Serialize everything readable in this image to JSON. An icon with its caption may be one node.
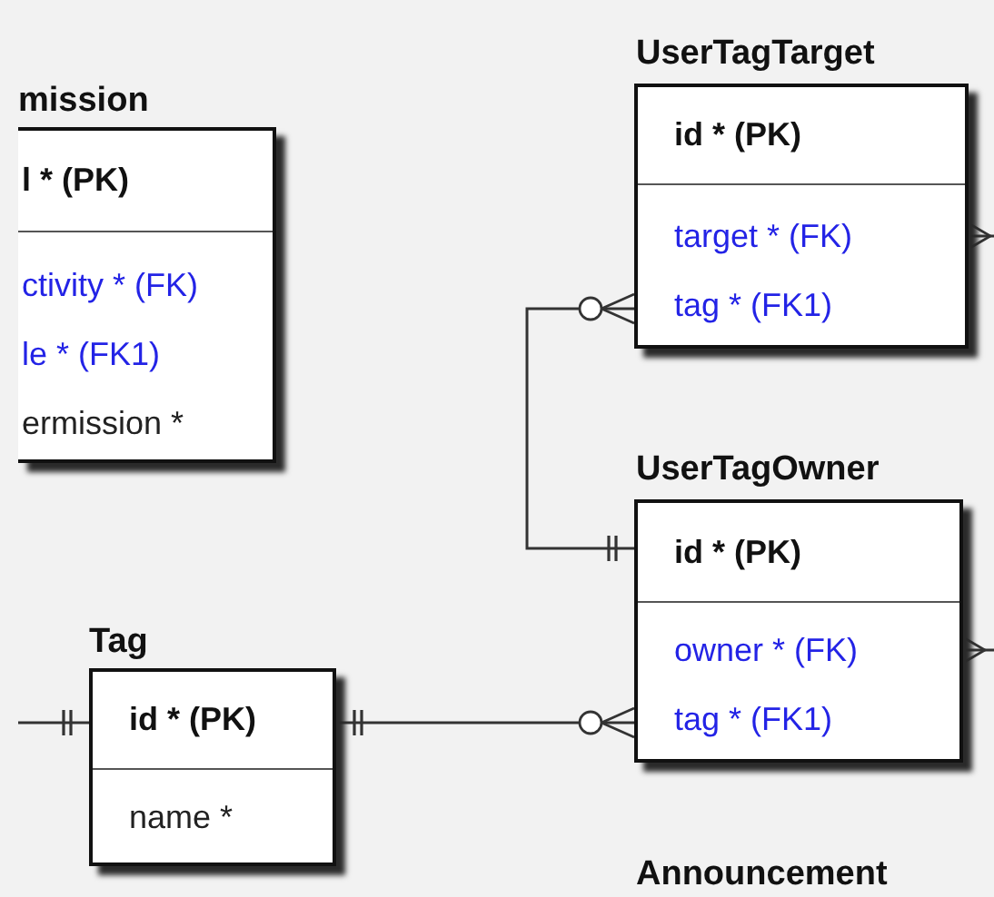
{
  "diagram": {
    "nodes": [
      {
        "text": [
          "mission",
          "l * (PK)",
          "ctivity * (FK)",
          "le * (FK1)",
          "ermission *"
        ]
      },
      {
        "text": [
          "UserTagTarget",
          "id * (PK)",
          "target * (FK)",
          "tag * (FK1)"
        ]
      },
      {
        "text": [
          "UserTagOwner",
          "id * (PK)",
          "owner * (FK)",
          "tag * (FK1)"
        ]
      },
      {
        "text": [
          "Tag",
          "id * (PK)",
          "name *"
        ]
      },
      {
        "text": [
          "Announcement"
        ]
      }
    ],
    "edges": [
      {
        "from": 2,
        "to": 1,
        "arrow": "other"
      },
      {
        "from": 3,
        "to": 2,
        "arrow": "other"
      },
      {
        "from": null,
        "to": 3,
        "arrow": "other"
      },
      {
        "from": 1,
        "to": null,
        "arrow": "other"
      },
      {
        "from": 2,
        "to": null,
        "arrow": "other"
      }
    ]
  }
}
